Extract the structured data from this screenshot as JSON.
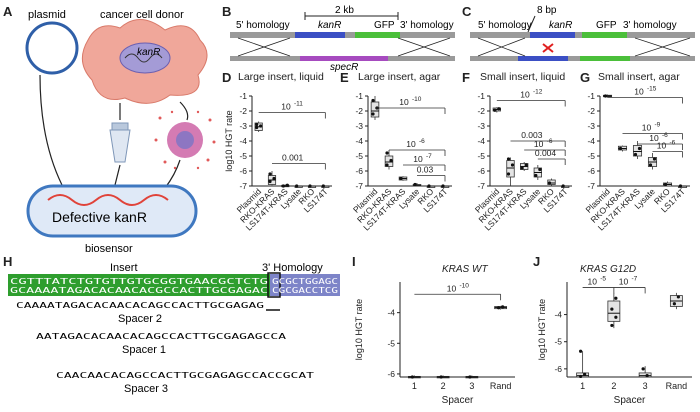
{
  "panel_letters": [
    "A",
    "B",
    "C",
    "D",
    "E",
    "F",
    "G",
    "H",
    "I",
    "J"
  ],
  "panel_a": {
    "plasmid_label": "plasmid",
    "donor_label": "cancer cell donor",
    "gene_label": "kanR",
    "defective_label": "Defective kanR",
    "biosensor_label": "biosensor"
  },
  "panel_b": {
    "scale_label": "2 kb",
    "homology_5": "5' homology",
    "kanR": "kanR",
    "gfp": "GFP",
    "homology_3": "3' homology",
    "specR": "specR"
  },
  "panel_c": {
    "deletion_label": "8 bp",
    "homology_5": "5' homology",
    "kanR": "kanR",
    "gfp": "GFP",
    "homology_3": "3' homology"
  },
  "hgt_axis_label": "log10 HGT rate",
  "colors": {
    "kanR": "#3b4fc4",
    "gfp": "#4bbf3a",
    "specR": "#a64bbf",
    "homology": "#8a8a8a",
    "dna_red": "#e0433a",
    "insert_green": "#2e9e2e",
    "homology_blue": "#7d84c8"
  },
  "chart_data": [
    {
      "panel": "D",
      "type": "box",
      "title": "Large insert, liquid",
      "categories": [
        "Plasmid",
        "RKO-KRAS",
        "LS174T-KRAS",
        "Lysate",
        "RKO",
        "LS174T"
      ],
      "ylim": [
        -7,
        -1
      ],
      "yticks": [
        "-1",
        "-2",
        "-3",
        "-4",
        "-5",
        "-6",
        "-7"
      ],
      "boxes": [
        {
          "q1": -3.3,
          "med": -3.05,
          "q3": -2.8,
          "min": -3.4,
          "max": -2.7,
          "points": [
            -3.1,
            -3.0,
            -2.9
          ]
        },
        {
          "q1": -6.9,
          "med": -6.6,
          "q3": -6.3,
          "min": -6.95,
          "max": -6.0,
          "points": [
            -6.7,
            -6.5,
            -6.2
          ]
        },
        {
          "q1": -7,
          "med": -7,
          "q3": -6.95,
          "min": -7,
          "max": -6.9,
          "points": [
            -7,
            -6.95
          ]
        },
        {
          "q1": -7,
          "med": -7,
          "q3": -7,
          "min": -7,
          "max": -7,
          "points": [
            -7
          ]
        },
        {
          "q1": -7,
          "med": -7,
          "q3": -7,
          "min": -7,
          "max": -7,
          "points": [
            -7
          ]
        },
        {
          "q1": -7,
          "med": -7,
          "q3": -7,
          "min": -7,
          "max": -7,
          "points": [
            -7
          ]
        }
      ],
      "pvalues": [
        {
          "label": "10",
          "exp": "-11",
          "from": 0,
          "to": 5,
          "y": -2.1
        },
        {
          "label": "0.001",
          "exp": "",
          "from": 1,
          "to": 5,
          "y": -5.5
        }
      ]
    },
    {
      "panel": "E",
      "type": "box",
      "title": "Large insert, agar",
      "categories": [
        "Plasmid",
        "RKO-KRAS",
        "LS174T-KRAS",
        "Lysate",
        "RKO",
        "LS174T"
      ],
      "ylim": [
        -7,
        -1
      ],
      "yticks": [
        "-1",
        "-2",
        "-3",
        "-4",
        "-5",
        "-6",
        "-7"
      ],
      "boxes": [
        {
          "q1": -2.4,
          "med": -2.0,
          "q3": -1.4,
          "min": -2.6,
          "max": -1.0,
          "points": [
            -2.2,
            -1.8,
            -1.3
          ]
        },
        {
          "q1": -5.7,
          "med": -5.4,
          "q3": -5.0,
          "min": -5.9,
          "max": -4.6,
          "points": [
            -5.6,
            -5.3,
            -4.8
          ]
        },
        {
          "q1": -6.6,
          "med": -6.5,
          "q3": -6.4,
          "min": -6.65,
          "max": -6.35,
          "points": [
            -6.5
          ]
        },
        {
          "q1": -7,
          "med": -6.95,
          "q3": -6.9,
          "min": -7,
          "max": -6.8,
          "points": [
            -6.9
          ]
        },
        {
          "q1": -7,
          "med": -7,
          "q3": -7,
          "min": -7,
          "max": -7,
          "points": [
            -7
          ]
        },
        {
          "q1": -7,
          "med": -7,
          "q3": -7,
          "min": -7,
          "max": -7,
          "points": [
            -7
          ]
        }
      ],
      "pvalues": [
        {
          "label": "10",
          "exp": "-10",
          "from": 0,
          "to": 5,
          "y": -1.8
        },
        {
          "label": "10",
          "exp": "-6",
          "from": 1,
          "to": 5,
          "y": -4.6
        },
        {
          "label": "10",
          "exp": "-7",
          "from": 2,
          "to": 5,
          "y": -5.6
        },
        {
          "label": "0.03",
          "exp": "",
          "from": 3,
          "to": 5,
          "y": -6.3
        }
      ]
    },
    {
      "panel": "F",
      "type": "box",
      "title": "Small insert, liquid",
      "categories": [
        "Plasmid",
        "RKO-KRAS",
        "LS174T-KRAS",
        "Lysate",
        "RKO",
        "LS174T"
      ],
      "ylim": [
        -7,
        -1
      ],
      "yticks": [
        "-1",
        "-2",
        "-3",
        "-4",
        "-5",
        "-6",
        "-7"
      ],
      "boxes": [
        {
          "q1": -2.0,
          "med": -1.9,
          "q3": -1.8,
          "min": -2.1,
          "max": -1.75,
          "points": [
            -1.95,
            -1.85
          ]
        },
        {
          "q1": -6.4,
          "med": -5.8,
          "q3": -5.3,
          "min": -7.0,
          "max": -5.1,
          "points": [
            -6.2,
            -5.6,
            -5.2
          ]
        },
        {
          "q1": -5.9,
          "med": -5.7,
          "q3": -5.5,
          "min": -6.0,
          "max": -5.4,
          "points": [
            -5.8,
            -5.6
          ]
        },
        {
          "q1": -6.4,
          "med": -6.1,
          "q3": -5.8,
          "min": -6.6,
          "max": -5.6,
          "points": [
            -6.3,
            -5.9
          ]
        },
        {
          "q1": -6.9,
          "med": -6.8,
          "q3": -6.6,
          "min": -7,
          "max": -6.5,
          "points": [
            -6.8
          ]
        },
        {
          "q1": -7,
          "med": -7,
          "q3": -7,
          "min": -7,
          "max": -7,
          "points": [
            -7
          ]
        }
      ],
      "pvalues": [
        {
          "label": "10",
          "exp": "-12",
          "from": 0,
          "to": 5,
          "y": -1.3
        },
        {
          "label": "0.003",
          "exp": "",
          "from": 1,
          "to": 5,
          "y": -4.0
        },
        {
          "label": "10",
          "exp": "-6",
          "from": 2,
          "to": 5,
          "y": -4.6
        },
        {
          "label": "0.004",
          "exp": "",
          "from": 3,
          "to": 5,
          "y": -5.2
        }
      ]
    },
    {
      "panel": "G",
      "type": "box",
      "title": "Small insert, agar",
      "categories": [
        "Plasmid",
        "RKO-KRAS",
        "LS174T-KRAS",
        "Lysate",
        "RKO",
        "LS174T"
      ],
      "ylim": [
        -7,
        -1
      ],
      "yticks": [
        "-1",
        "-2",
        "-3",
        "-4",
        "-5",
        "-6",
        "-7"
      ],
      "boxes": [
        {
          "q1": -1.05,
          "med": -1.0,
          "q3": -0.95,
          "min": -1.1,
          "max": -0.9,
          "points": [
            -1.0
          ]
        },
        {
          "q1": -4.6,
          "med": -4.5,
          "q3": -4.35,
          "min": -4.7,
          "max": -4.3,
          "points": [
            -4.5
          ]
        },
        {
          "q1": -5.0,
          "med": -4.7,
          "q3": -4.3,
          "min": -5.2,
          "max": -4.0,
          "points": [
            -4.9,
            -4.5
          ]
        },
        {
          "q1": -5.7,
          "med": -5.4,
          "q3": -5.1,
          "min": -5.9,
          "max": -4.8,
          "points": [
            -5.6,
            -5.2
          ]
        },
        {
          "q1": -7,
          "med": -6.9,
          "q3": -6.8,
          "min": -7,
          "max": -6.7,
          "points": [
            -6.9
          ]
        },
        {
          "q1": -7,
          "med": -7,
          "q3": -7,
          "min": -7,
          "max": -7,
          "points": [
            -7
          ]
        }
      ],
      "pvalues": [
        {
          "label": "10",
          "exp": "-15",
          "from": 0,
          "to": 5,
          "y": -1.1
        },
        {
          "label": "10",
          "exp": "-9",
          "from": 1,
          "to": 5,
          "y": -3.5
        },
        {
          "label": "10",
          "exp": "-6",
          "from": 2,
          "to": 5,
          "y": -4.2
        },
        {
          "label": "10",
          "exp": "-6",
          "from": 3,
          "to": 5,
          "y": -4.7
        }
      ]
    },
    {
      "panel": "I",
      "type": "box",
      "title": "KRAS WT",
      "xlabel": "Spacer",
      "categories": [
        "1",
        "2",
        "3",
        "Rand"
      ],
      "ylim": [
        -6.1,
        -3
      ],
      "yticks": [
        "-4",
        "-5",
        "-6"
      ],
      "boxes": [
        {
          "q1": -6.1,
          "med": -6.1,
          "q3": -6.08,
          "min": -6.1,
          "max": -6.05,
          "points": [
            -6.1
          ]
        },
        {
          "q1": -6.1,
          "med": -6.1,
          "q3": -6.08,
          "min": -6.1,
          "max": -6.05,
          "points": [
            -6.1
          ]
        },
        {
          "q1": -6.1,
          "med": -6.1,
          "q3": -6.08,
          "min": -6.1,
          "max": -6.05,
          "points": [
            -6.1
          ]
        },
        {
          "q1": -3.87,
          "med": -3.83,
          "q3": -3.8,
          "min": -3.9,
          "max": -3.78,
          "points": [
            -3.84,
            -3.81
          ]
        }
      ],
      "pvalues": [
        {
          "label": "10",
          "exp": "-10",
          "from": 0,
          "to": 3,
          "y": -3.4
        }
      ]
    },
    {
      "panel": "J",
      "type": "box",
      "title": "KRAS G12D",
      "xlabel": "Spacer",
      "categories": [
        "1",
        "2",
        "3",
        "Rand"
      ],
      "ylim": [
        -6.3,
        -2.8
      ],
      "yticks": [
        "-4",
        "-5",
        "-6"
      ],
      "boxes": [
        {
          "q1": -6.3,
          "med": -6.25,
          "q3": -6.15,
          "min": -6.3,
          "max": -5.35,
          "points": [
            -5.35,
            -6.2,
            -6.28
          ]
        },
        {
          "q1": -4.25,
          "med": -3.95,
          "q3": -3.5,
          "min": -4.5,
          "max": -3.2,
          "points": [
            -4.4,
            -4.1,
            -3.8,
            -3.4
          ]
        },
        {
          "q1": -6.3,
          "med": -6.25,
          "q3": -6.15,
          "min": -6.3,
          "max": -5.9,
          "points": [
            -6.0,
            -6.25
          ]
        },
        {
          "q1": -3.7,
          "med": -3.5,
          "q3": -3.3,
          "min": -3.8,
          "max": -3.2,
          "points": [
            -3.6,
            -3.35
          ]
        }
      ],
      "pvalues": [
        {
          "label": "10",
          "exp": "-5",
          "from": 0,
          "to": 1,
          "y": -3.0
        },
        {
          "label": "10",
          "exp": "-7",
          "from": 1,
          "to": 2,
          "y": -3.0
        }
      ]
    }
  ],
  "panel_h": {
    "insert_label": "Insert",
    "homology_label": "3' Homology",
    "insert_top": "CGTTTATCTGTGTTGTGCGGTGAACGCTCTG",
    "insert_bottom": "GCAAAATAGACACAACACGCCACTTGCGAGAC",
    "homology_top": "GCGCTGGAGC",
    "homology_bottom": "CGCGACCTCG",
    "spacer2_seq": "CAAAATAGACACAACACAGCCACTTGCGAGAG",
    "spacer2_label": "Spacer 2",
    "spacer1_seq": "AATAGACACAACACAGCCACTTGCGAGAGCCA",
    "spacer1_label": "Spacer 1",
    "spacer3_seq": "CAACAACACAGCCACTTGCGAGAGCCACCGCAT",
    "spacer3_label": "Spacer 3"
  }
}
